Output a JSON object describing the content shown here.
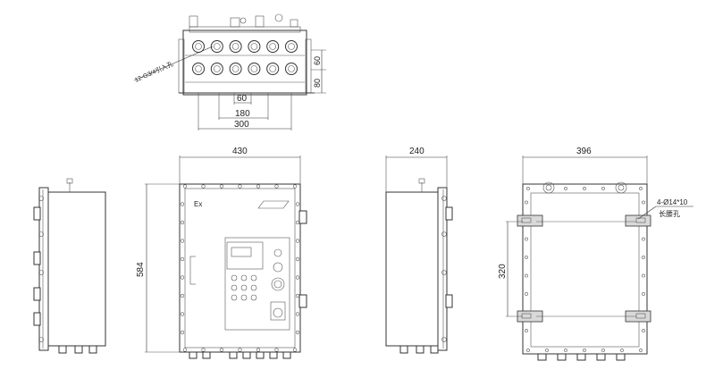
{
  "top_view": {
    "entry_label": "12-G3/4引入孔",
    "dim_60_h": "60",
    "dim_180": "180",
    "dim_300": "300",
    "dim_60_v": "60",
    "dim_80_v": "80"
  },
  "front_view": {
    "dim_width": "430",
    "dim_height": "584",
    "ex_mark": "Ex"
  },
  "side_view": {
    "dim_depth": "240"
  },
  "back_view": {
    "dim_width": "396",
    "dim_mount_v": "320",
    "hole_spec": "4-Ø14*10",
    "hole_name": "长腰孔"
  }
}
